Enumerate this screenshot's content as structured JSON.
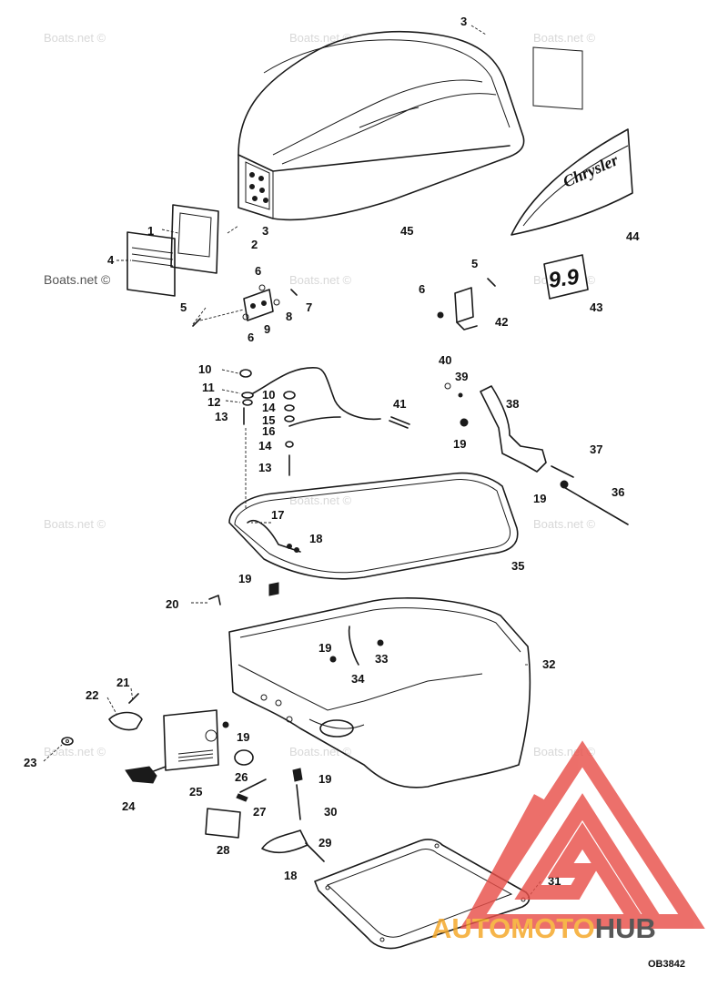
{
  "watermarks": [
    "Boats.net ©",
    "Boats.net ©",
    "Boats.net ©",
    "Boats.net ©",
    "Boats.net ©",
    "Boats.net ©",
    "Boats.net ©",
    "Boats.net ©",
    "Boats.net ©",
    "Boats.net ©",
    "Boats.net ©",
    "Boats.net ©"
  ],
  "decal_brand": "Chrysler",
  "decal_hp": "9.9",
  "callouts": [
    "3",
    "1",
    "2",
    "3",
    "4",
    "45",
    "44",
    "5",
    "6",
    "7",
    "8",
    "9",
    "6",
    "5",
    "6",
    "42",
    "43",
    "10",
    "11",
    "12",
    "13",
    "10",
    "14",
    "15",
    "16",
    "14",
    "13",
    "41",
    "40",
    "39",
    "38",
    "19",
    "37",
    "19",
    "36",
    "17",
    "18",
    "35",
    "19",
    "20",
    "19",
    "33",
    "32",
    "34",
    "21",
    "22",
    "19",
    "23",
    "25",
    "24",
    "26",
    "19",
    "27",
    "30",
    "28",
    "29",
    "18",
    "31"
  ],
  "logo": {
    "part1": "AUTOMOTO",
    "part2": "HUB",
    "color_primary": "#e8504a",
    "color_secondary": "#f5a623",
    "color_dark": "#333333"
  },
  "diagram_code": "OB3842"
}
